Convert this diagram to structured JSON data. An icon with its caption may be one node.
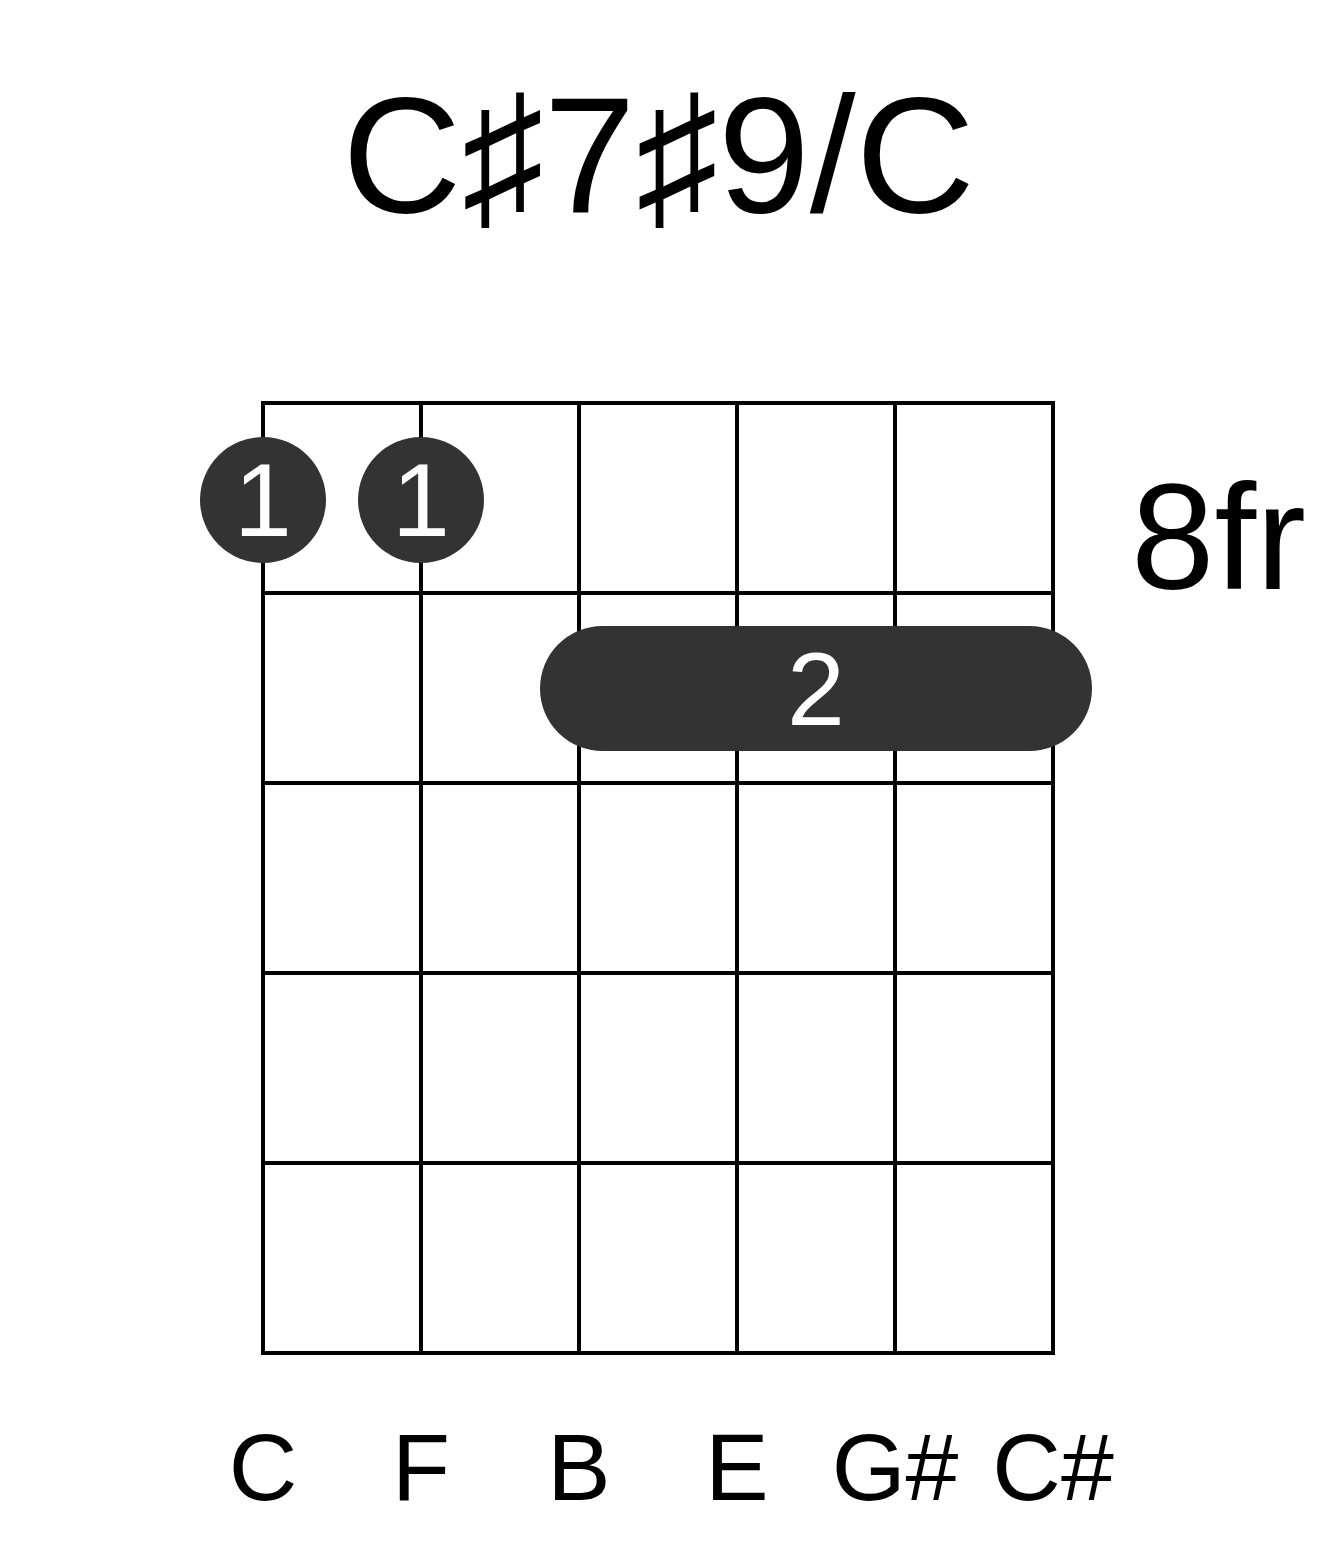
{
  "diagram": {
    "title": "C♯7♯9/C",
    "nodes": [
      {
        "text": [
          "1"
        ]
      },
      {
        "text": [
          "1"
        ]
      },
      {
        "text": [
          "2"
        ]
      }
    ],
    "labels": [
      "8fr",
      "C",
      "F",
      "B",
      "E",
      "G#",
      "C#"
    ]
  }
}
